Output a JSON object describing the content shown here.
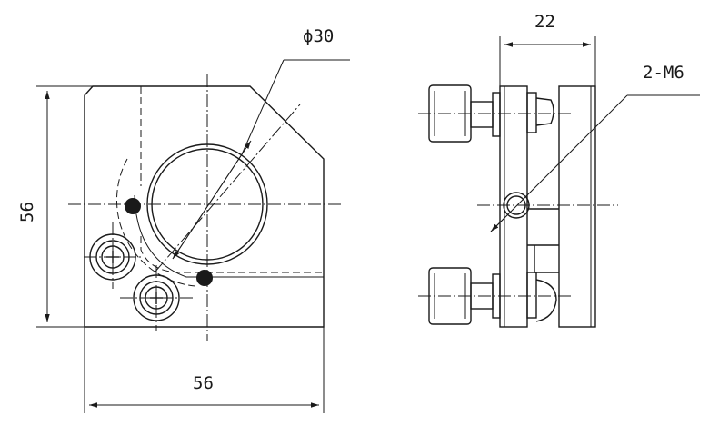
{
  "drawing": {
    "front_view": {
      "diameter_label": "ϕ30",
      "height_label": "56",
      "width_label": "56"
    },
    "side_view": {
      "thickness_label": "22",
      "hole_label": "2-M6"
    }
  }
}
